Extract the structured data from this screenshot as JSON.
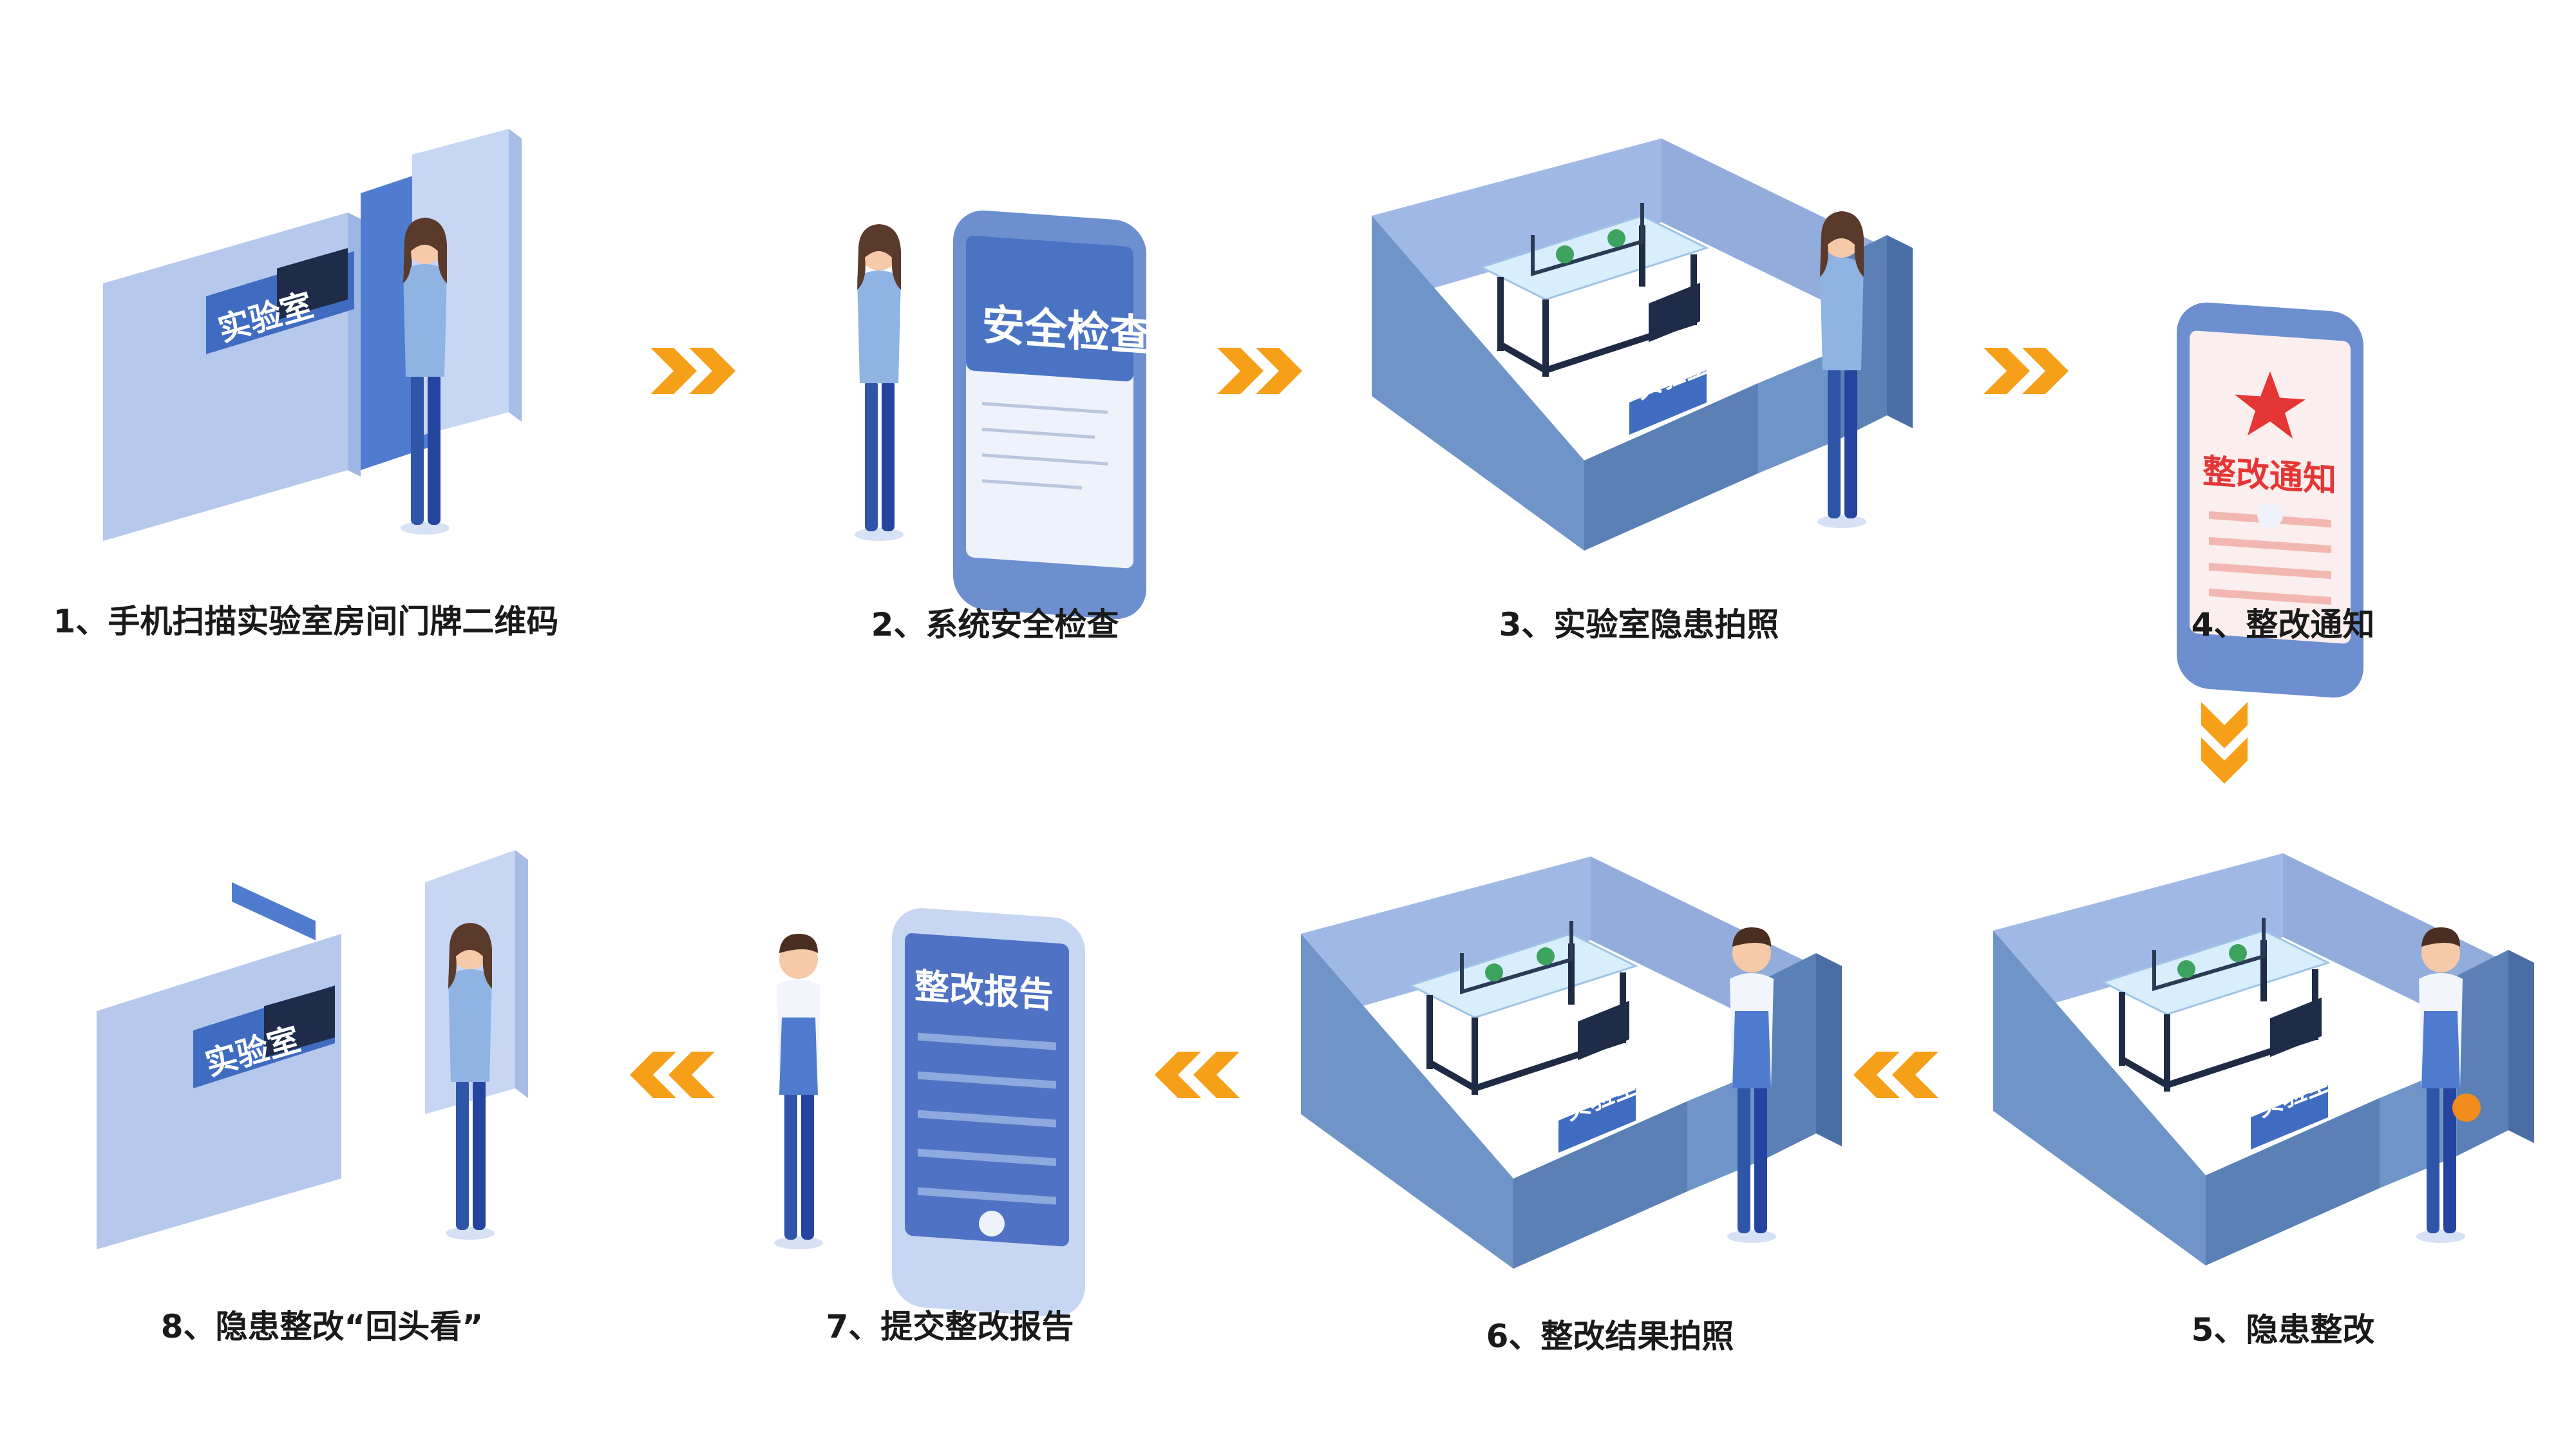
{
  "colors": {
    "accent_arrow": "#f6a01a",
    "wall_light": "#b6c9ec",
    "wall_mid": "#8eabe0",
    "room_blue": "#6f94c7",
    "room_dark": "#5a80b5",
    "phone_body": "#6d8fd0",
    "phone_screen": "#eef2fa",
    "sign_blue": "#3f6cc0",
    "notice_red": "#e53636",
    "skin": "#f6c9a8",
    "hair": "#5a3a2a",
    "figure_blue": "#2f55a8",
    "figure_light": "#8fb3e3",
    "table_top": "#d9eefc"
  },
  "steps": [
    {
      "caption": "1、手机扫描实验室房间门牌二维码",
      "sign": "实验室"
    },
    {
      "caption": "2、系统安全检查",
      "screen_title": "安全检查"
    },
    {
      "caption": "3、实验室隐患拍照",
      "sign": "实验室"
    },
    {
      "caption": "4、整改通知",
      "screen_title": "整改通知"
    },
    {
      "caption": "5、隐患整改",
      "sign": "实验室"
    },
    {
      "caption": "6、整改结果拍照",
      "sign": "实验室"
    },
    {
      "caption": "7、提交整改报告",
      "screen_title": "整改报告"
    },
    {
      "caption": "8、隐患整改“回头看”",
      "sign": "实验室"
    }
  ],
  "arrows": [
    {
      "from": 1,
      "to": 2,
      "direction": "right"
    },
    {
      "from": 2,
      "to": 3,
      "direction": "right"
    },
    {
      "from": 3,
      "to": 4,
      "direction": "right"
    },
    {
      "from": 4,
      "to": 5,
      "direction": "down"
    },
    {
      "from": 5,
      "to": 6,
      "direction": "left"
    },
    {
      "from": 6,
      "to": 7,
      "direction": "left"
    },
    {
      "from": 7,
      "to": 8,
      "direction": "left"
    }
  ]
}
